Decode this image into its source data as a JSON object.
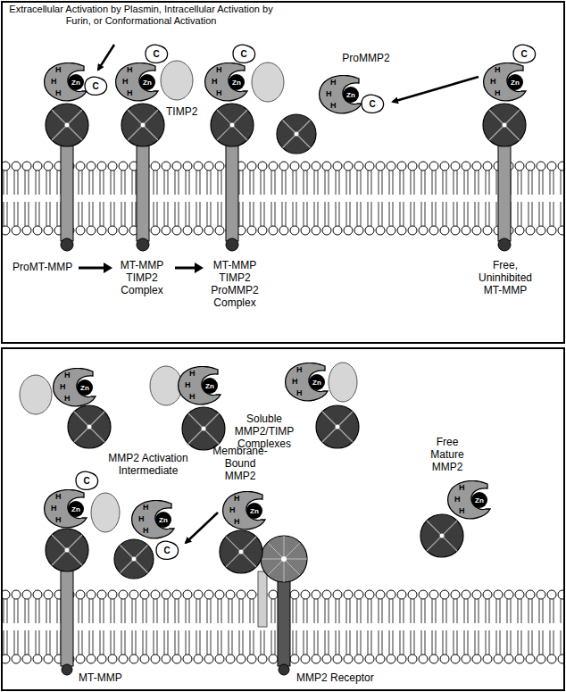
{
  "diagram": {
    "nodes": [
      {
        "text": [
          "H",
          "H",
          "H"
        ]
      },
      {
        "text": [
          "Zn"
        ],
        "in": 0
      },
      {
        "text": [
          "C"
        ]
      },
      {
        "text": [
          "H",
          "H",
          "H"
        ]
      },
      {
        "text": [
          "Zn"
        ],
        "in": 3
      },
      {
        "text": [
          "C"
        ]
      },
      {
        "text": [
          "H",
          "H",
          "H"
        ]
      },
      {
        "text": [
          "Zn"
        ],
        "in": 6
      },
      {
        "text": [
          "C"
        ]
      },
      {
        "text": [
          "H",
          "H",
          "H"
        ]
      },
      {
        "text": [
          "Zn"
        ],
        "in": 9
      },
      {
        "text": [
          "C"
        ]
      },
      {
        "text": [
          "H",
          "H",
          "H"
        ]
      },
      {
        "text": [
          "Zn"
        ],
        "in": 12
      },
      {
        "text": [
          "C"
        ]
      },
      {
        "text": [
          "H",
          "H",
          "H"
        ]
      },
      {
        "text": [
          "Zn"
        ],
        "in": 15
      },
      {
        "text": [
          "H",
          "H",
          "H"
        ]
      },
      {
        "text": [
          "Zn"
        ],
        "in": 17
      },
      {
        "text": [
          "H",
          "H",
          "H"
        ]
      },
      {
        "text": [
          "Zn"
        ],
        "in": 19
      },
      {
        "text": [
          "H",
          "H",
          "H"
        ]
      },
      {
        "text": [
          "Zn"
        ],
        "in": 21
      },
      {
        "text": [
          "C"
        ]
      },
      {
        "text": [
          "H",
          "H",
          "H"
        ]
      },
      {
        "text": [
          "Zn"
        ],
        "in": 24
      },
      {
        "text": [
          "C"
        ]
      },
      {
        "text": [
          "H",
          "H",
          "H"
        ]
      },
      {
        "text": [
          "Zn"
        ],
        "in": 27
      },
      {
        "text": [
          "H",
          "H",
          "H"
        ]
      },
      {
        "text": [
          "Zn"
        ],
        "in": 29
      }
    ],
    "labels": [
      "Extracellular Activation by Plasmin, Intracellular Activation by Furin, or Conformational Activation",
      "ProMMP2",
      "TIMP2",
      "ProMT-MMP",
      "MT-MMP TIMP2 Complex",
      "MT-MMP TIMP2 ProMMP2 Complex",
      "Free, Uninhibited MT-MMP",
      "Soluble MMP2/TIMP Complexes",
      "MMP2 Activation Intermediate",
      "Membrane-Bound MMP2",
      "Free Mature MMP2",
      "MT-MMP",
      "MMP2 Receptor"
    ]
  }
}
